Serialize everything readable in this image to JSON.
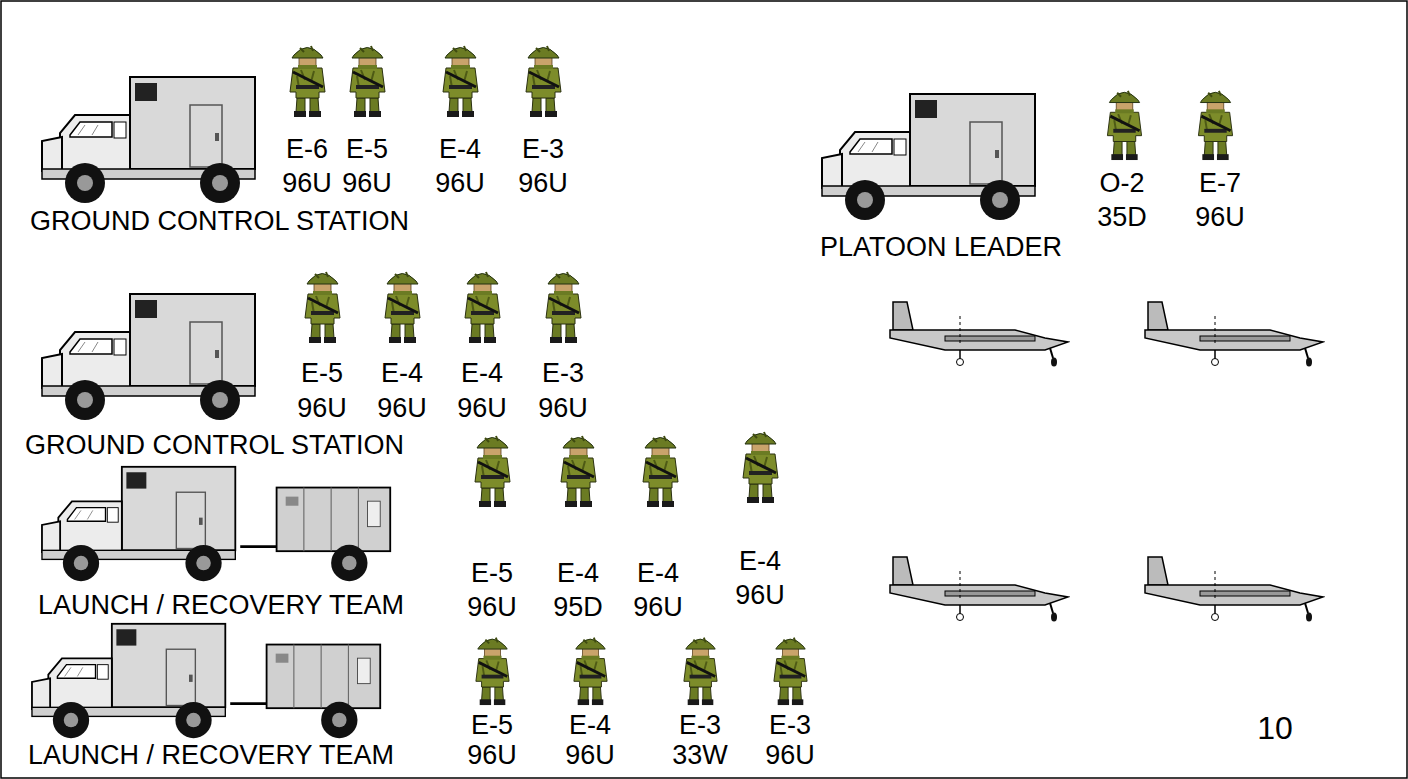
{
  "diagram": {
    "labels": [
      "E-6",
      "E-5",
      "E-4",
      "E-3",
      "96U",
      "96U",
      "96U",
      "96U",
      "GROUND CONTROL STATION",
      "O-2",
      "E-7",
      "35D",
      "96U",
      "PLATOON LEADER",
      "E-5",
      "E-4",
      "E-4",
      "E-3",
      "96U",
      "96U",
      "96U",
      "96U",
      "GROUND CONTROL STATION",
      "E-5",
      "E-4",
      "E-4",
      "E-4",
      "96U",
      "95D",
      "96U",
      "96U",
      "LAUNCH / RECOVERY TEAM",
      "E-5",
      "E-4",
      "E-3",
      "E-3",
      "96U",
      "96U",
      "33W",
      "96U",
      "LAUNCH / RECOVERY TEAM",
      "10"
    ]
  }
}
